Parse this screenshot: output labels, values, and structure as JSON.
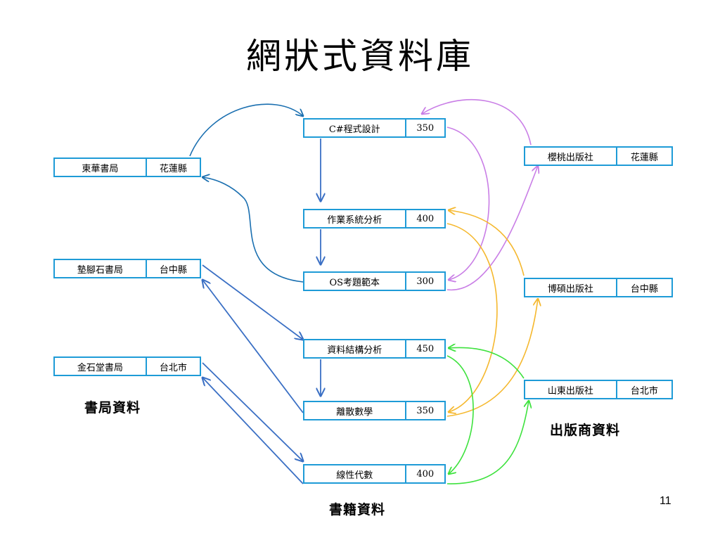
{
  "title": "網狀式資料庫",
  "page_number": "11",
  "labels": {
    "bookstore": "書局資料",
    "publisher": "出版商資料",
    "book": "書籍資料"
  },
  "bookstores": [
    {
      "name": "東華書局",
      "location": "花蓮縣"
    },
    {
      "name": "墊腳石書局",
      "location": "台中縣"
    },
    {
      "name": "金石堂書局",
      "location": "台北市"
    }
  ],
  "books": [
    {
      "title": "C#程式設計",
      "price": "350"
    },
    {
      "title": "作業系統分析",
      "price": "400"
    },
    {
      "title": "OS考題範本",
      "price": "300"
    },
    {
      "title": "資料結構分析",
      "price": "450"
    },
    {
      "title": "離散數學",
      "price": "350"
    },
    {
      "title": "線性代數",
      "price": "400"
    }
  ],
  "publishers": [
    {
      "name": "櫻桃出版社",
      "location": "花蓮縣"
    },
    {
      "name": "博碩出版社",
      "location": "台中縣"
    },
    {
      "name": "山東出版社",
      "location": "台北市"
    }
  ],
  "colors": {
    "box_border": "#1e9bd7",
    "store_links": "#3a6fc4",
    "store_links_dark": "#1a6fb0",
    "cherry_links": "#c97ee6",
    "boshuo_links": "#f5b82e",
    "shandong_links": "#3ee23e"
  }
}
